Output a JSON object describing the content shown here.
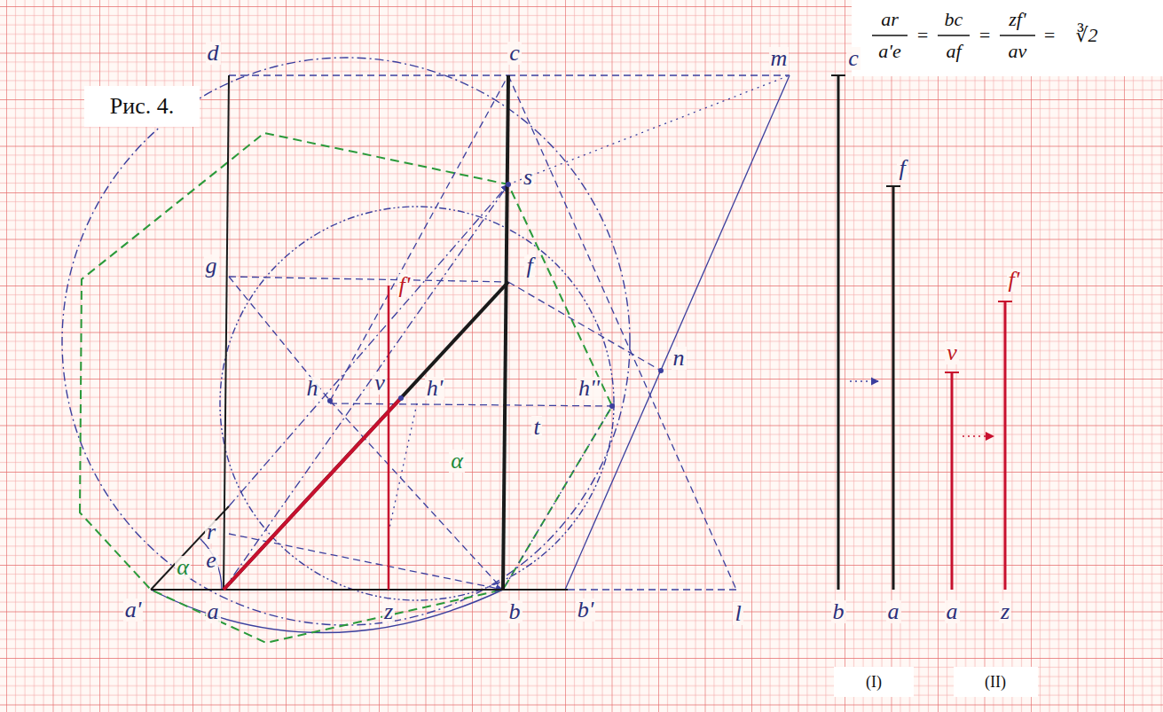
{
  "diagram": {
    "labels": [
      "Рис. 4.",
      "ar",
      "a'e",
      "=",
      "bc",
      "af",
      "=",
      "zf'",
      "av",
      "=",
      "∛2",
      "d",
      "c",
      "m",
      "c",
      "g",
      "f",
      "s",
      "n",
      "h",
      "v",
      "h'",
      "h''",
      "t",
      "α",
      "r",
      "e",
      "α",
      "a'",
      "a",
      "z",
      "b",
      "b'",
      "l",
      "b",
      "a",
      "f",
      "a",
      "z",
      "v",
      "f'",
      "f'",
      "(I)",
      "(II)"
    ]
  }
}
